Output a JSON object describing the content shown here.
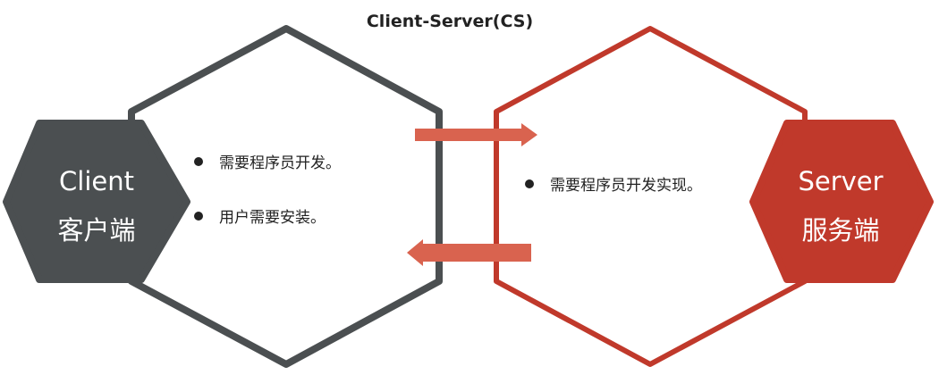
{
  "title": "Client-Server(CS)",
  "client": {
    "name_en": "Client",
    "name_zh": "客户端",
    "bullets": [
      "需要程序员开发。",
      "用户需要安装。"
    ]
  },
  "server": {
    "name_en": "Server",
    "name_zh": "服务端",
    "bullets": [
      "需要程序员开发实现。"
    ]
  },
  "colors": {
    "client_dark": "#4b4f51",
    "server_red": "#c0392b",
    "arrow_red": "#d9634f",
    "text": "#222222"
  }
}
